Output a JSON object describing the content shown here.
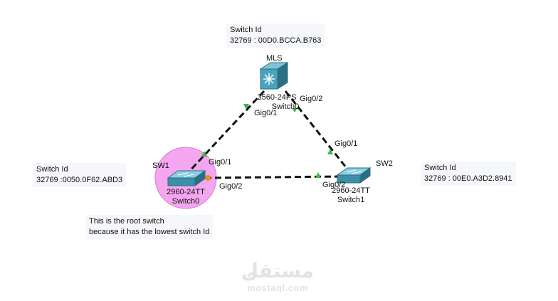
{
  "notes": {
    "mls": {
      "line1": "Switch Id",
      "line2": "32769 : 00D0.BCCA.B763"
    },
    "sw1": {
      "line1": "Switch Id",
      "line2": "32769 :0050.0F62.ABD3"
    },
    "sw2": {
      "line1": "Switch Id",
      "line2": "32769 : 00E0.A3D2.8941"
    },
    "root": {
      "line1": "This is the root switch",
      "line2": "because it has the lowest switch Id"
    }
  },
  "devices": {
    "mls": {
      "name": "MLS",
      "model": "3560-24PS",
      "hostname": "Switch0"
    },
    "sw1": {
      "name": "SW1",
      "model": "2960-24TT",
      "hostname": "Switch0"
    },
    "sw2": {
      "name": "SW2",
      "model": "2960-24TT",
      "hostname": "Switch1"
    }
  },
  "ports": {
    "mls_gig0_1": "Gig0/1",
    "mls_gig0_2": "Gig0/2",
    "sw1_gig0_1": "Gig0/1",
    "sw1_gig0_2": "Gig0/2",
    "sw2_gig0_1": "Gig0/1",
    "sw2_gig0_2": "Gig0/2"
  },
  "colors": {
    "link": "#111111",
    "port_up": "#3cb84a",
    "port_blocked": "#f08a1c",
    "root_highlight": "#f4a6f0",
    "switch_body": "#3d8fa6"
  },
  "watermark": {
    "arabic": "مستقل",
    "latin": "mostaql.com"
  }
}
